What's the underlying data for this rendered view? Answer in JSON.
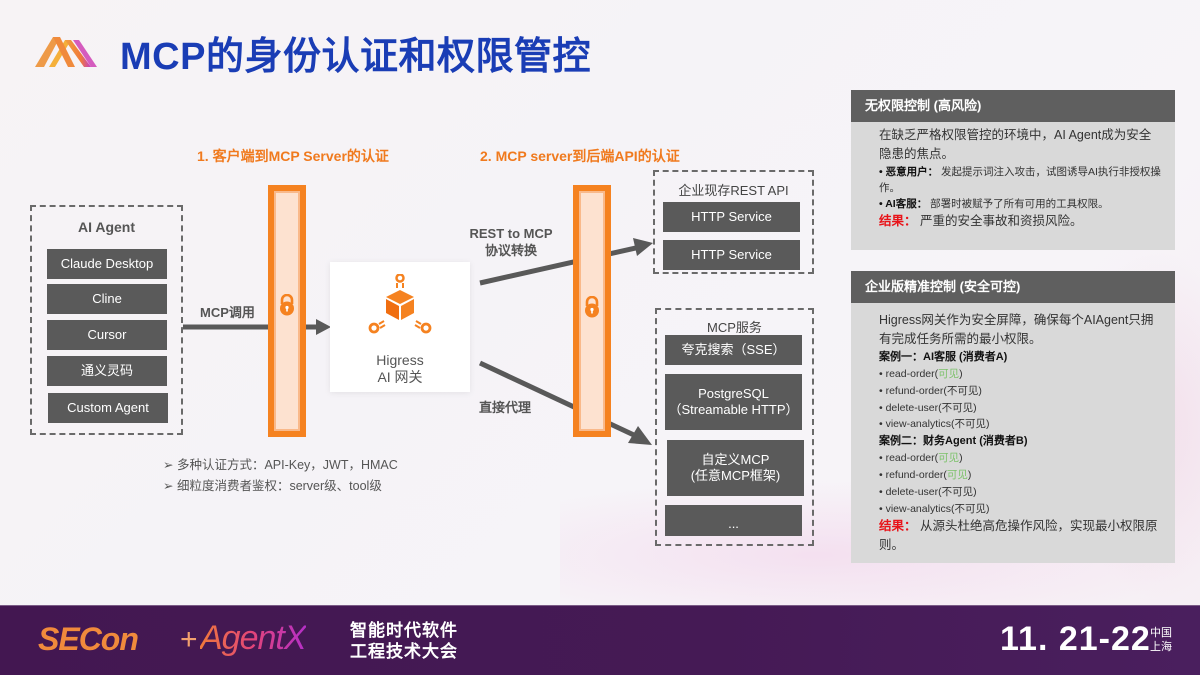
{
  "header": {
    "title": "MCP的身份认证和权限管控"
  },
  "diagram": {
    "section1_title": "1. 客户端到MCP Server的认证",
    "section2_title": "2. MCP server到后端API的认证",
    "ai_agent": {
      "label": "AI Agent",
      "items": [
        "Claude Desktop",
        "Cline",
        "Cursor",
        "通义灵码",
        "Custom Agent"
      ]
    },
    "mcp_call_label": "MCP调用",
    "gateway": {
      "line1": "Higress",
      "line2": "AI 网关"
    },
    "rest_label_line1": "REST to MCP",
    "rest_label_line2": "协议转换",
    "proxy_label": "直接代理",
    "rest_api_group": {
      "label": "企业现存REST API",
      "items": [
        "HTTP Service",
        "HTTP Service"
      ]
    },
    "mcp_service_group": {
      "label": "MCP服务",
      "items": [
        {
          "line1": "夸克搜索（SSE）",
          "line2": ""
        },
        {
          "line1": "PostgreSQL",
          "line2": "（Streamable HTTP）"
        },
        {
          "line1": "自定义MCP",
          "line2": "(任意MCP框架)"
        },
        {
          "line1": "...",
          "line2": ""
        }
      ]
    },
    "bullets": [
      "➢ 多种认证方式：API-Key，JWT，HMAC",
      "➢ 细粒度消费者鉴权：server级、tool级"
    ],
    "colors": {
      "gate_orange": "#f58220",
      "gate_fill": "#fde2d0",
      "dark_box": "#5a5a5a",
      "title_blue": "#1a3db5"
    }
  },
  "panel1": {
    "title": "无权限控制 (高风险)",
    "intro": "在缺乏严格权限管控的环境中，AI Agent成为安全隐患的焦点。",
    "bullet1_label": "• 恶意用户：",
    "bullet1_text": "发起提示词注入攻击，试图诱导AI执行非授权操作。",
    "bullet2_label": "• AI客服：",
    "bullet2_text": "部署时被赋予了所有可用的工具权限。",
    "result_label": "结果：",
    "result_text": "严重的安全事故和资损风险。"
  },
  "panel2": {
    "title": "企业版精准控制 (安全可控)",
    "intro": "Higress网关作为安全屏障，确保每个AIAgent只拥有完成任务所需的最小权限。",
    "case1": {
      "title": "案例一：AI客服 (消费者A)",
      "perms": [
        {
          "name": "• read-order(",
          "status": "可见",
          "visible": true
        },
        {
          "name": "• refund-order(",
          "status": "不可见",
          "visible": false
        },
        {
          "name": "• delete-user(",
          "status": "不可见",
          "visible": false
        },
        {
          "name": "• view-analytics(",
          "status": "不可见",
          "visible": false
        }
      ]
    },
    "case2": {
      "title": "案例二：财务Agent (消费者B)",
      "perms": [
        {
          "name": "• read-order(",
          "status": "可见",
          "visible": true
        },
        {
          "name": "• refund-order(",
          "status": "可见",
          "visible": true
        },
        {
          "name": "• delete-user(",
          "status": "不可见",
          "visible": false
        },
        {
          "name": "• view-analytics(",
          "status": "不可见",
          "visible": false
        }
      ]
    },
    "close_paren": ")",
    "result_label": "结果：",
    "result_text": "从源头杜绝高危操作风险，实现最小权限原则。"
  },
  "footer": {
    "secon": "SECon",
    "plus": "+",
    "agentx": "AgentX",
    "conf_line1": "智能时代软件",
    "conf_line2": "工程技术大会",
    "date": "11. 21-22",
    "place_line1": "中国",
    "place_line2": "上海"
  }
}
